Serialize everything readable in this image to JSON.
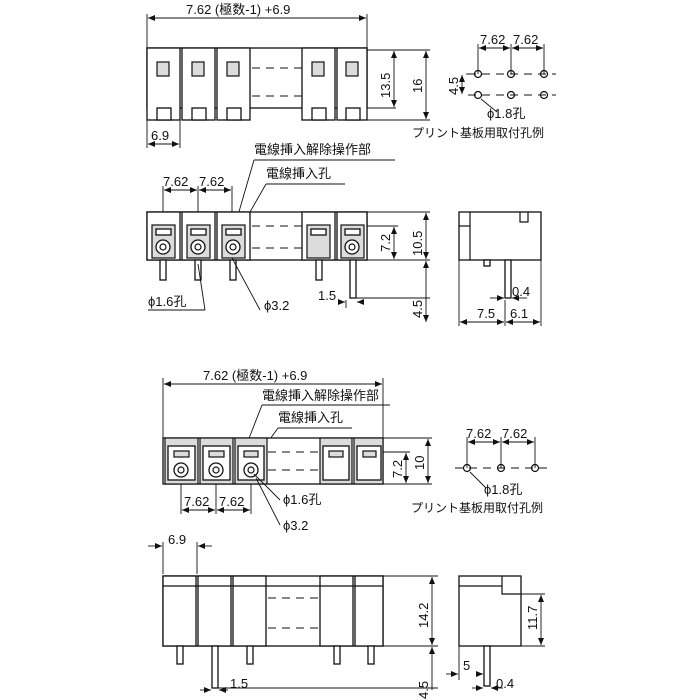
{
  "pitch_formula": "7.62 (極数-1) +6.9",
  "pitch": "7.62",
  "edge_width": "6.9",
  "heights": {
    "h13_5": "13.5",
    "h16": "16",
    "h7_2": "7.2",
    "h10_5": "10.5",
    "h10": "10",
    "h14_2": "14.2",
    "h11_7": "11.7"
  },
  "leg": {
    "offset_1_5": "1.5",
    "len_4_5": "4.5",
    "thick_0_4": "0.4",
    "side_7_5": "7.5",
    "side_6_1": "6.1",
    "side_5": "5"
  },
  "holes": {
    "hole_1_6": "ϕ1.6孔",
    "hole_3_2": "ϕ3.2",
    "hole_1_8": "ϕ1.8孔"
  },
  "labels": {
    "release_part": "電線挿入解除操作部",
    "wire_hole": "電線挿入孔",
    "pcb_caption": "プリント基板用取付孔例"
  }
}
